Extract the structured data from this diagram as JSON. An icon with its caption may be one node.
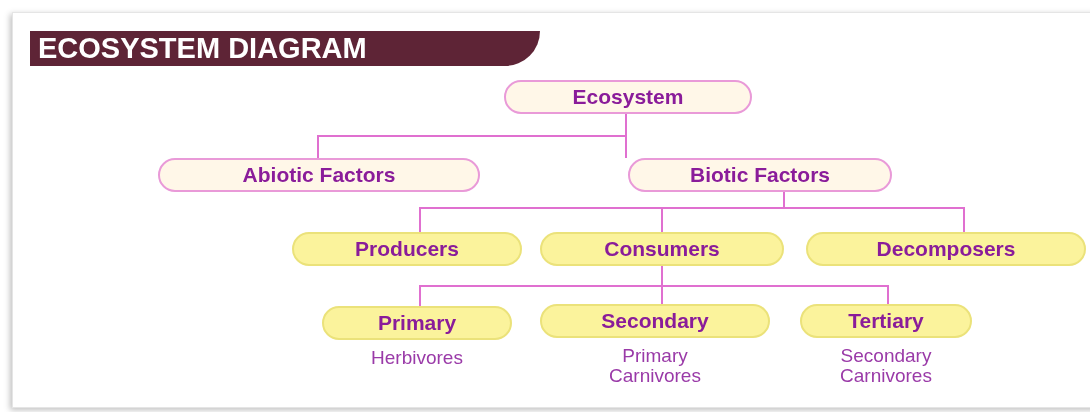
{
  "diagram": {
    "title": "ECOSYSTEM DIAGRAM",
    "nodes": [
      {
        "text": [
          "Ecosystem"
        ]
      },
      {
        "text": [
          "Abiotic Factors"
        ]
      },
      {
        "text": [
          "Biotic Factors"
        ]
      },
      {
        "text": [
          "Producers"
        ]
      },
      {
        "text": [
          "Consumers"
        ]
      },
      {
        "text": [
          "Decomposers"
        ]
      },
      {
        "text": [
          "Primary"
        ],
        "beside": [
          "Herbivores"
        ]
      },
      {
        "text": [
          "Secondary"
        ],
        "beside": [
          "Primary Carnivores"
        ]
      },
      {
        "text": [
          "Tertiary"
        ],
        "beside": [
          "Secondary Carnivores"
        ]
      }
    ],
    "edges": [
      {
        "from": 0,
        "to": 1,
        "arrow": "none"
      },
      {
        "from": 0,
        "to": 2,
        "arrow": "none"
      },
      {
        "from": 2,
        "to": 3,
        "arrow": "none"
      },
      {
        "from": 2,
        "to": 4,
        "arrow": "none"
      },
      {
        "from": 2,
        "to": 5,
        "arrow": "none"
      },
      {
        "from": 4,
        "to": 6,
        "arrow": "none"
      },
      {
        "from": 4,
        "to": 7,
        "arrow": "none"
      },
      {
        "from": 4,
        "to": 8,
        "arrow": "none"
      }
    ]
  }
}
